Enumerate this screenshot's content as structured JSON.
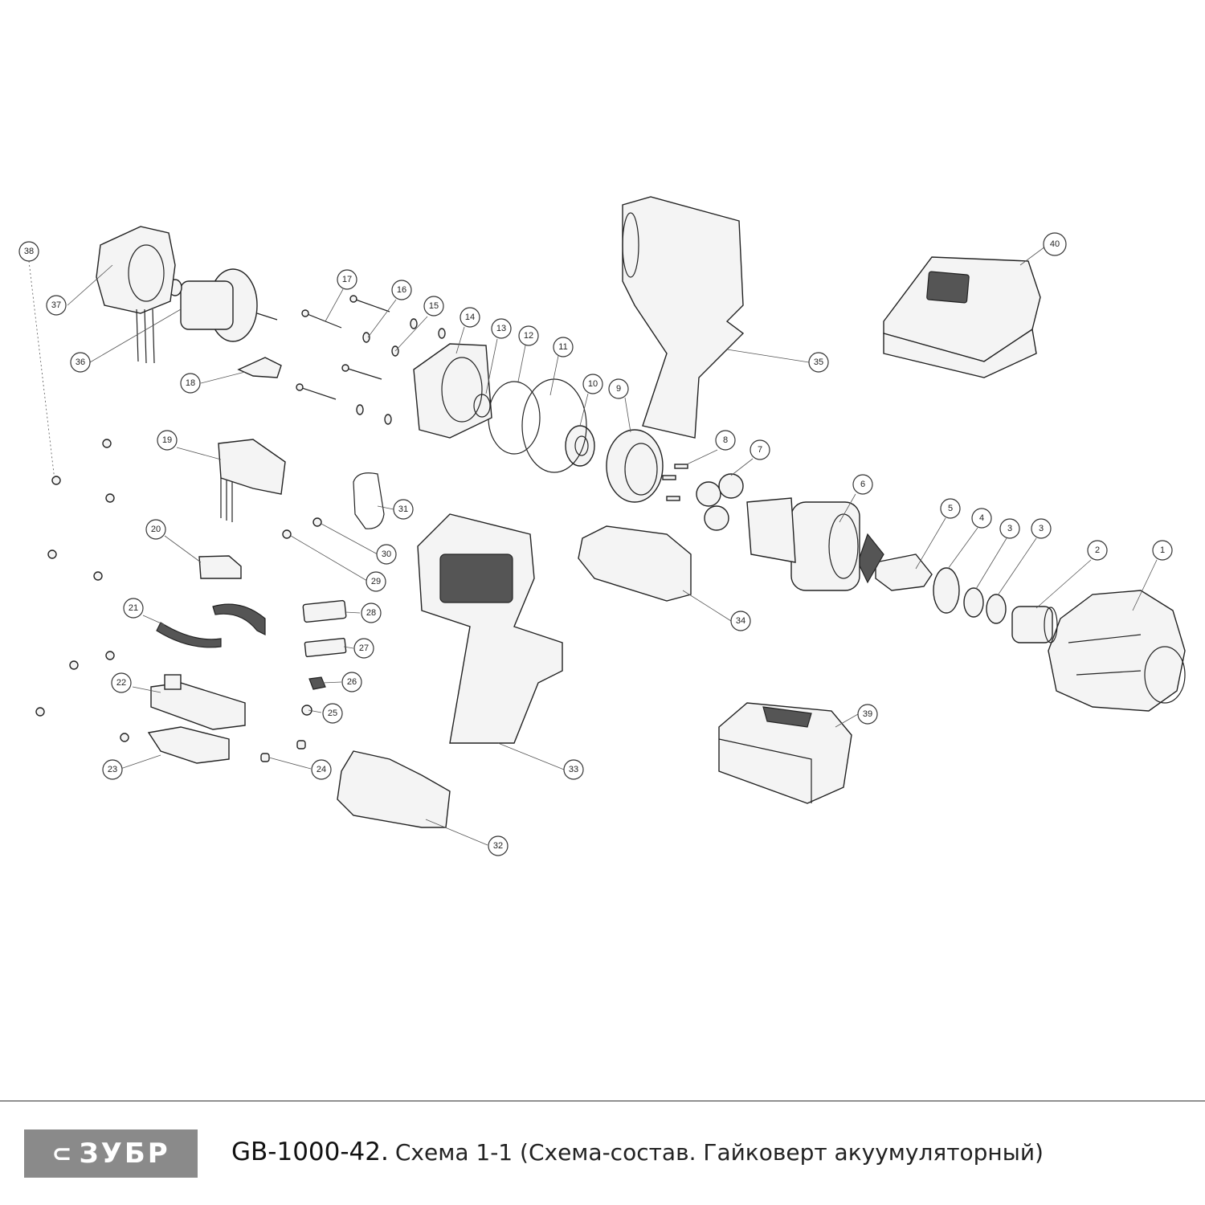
{
  "brand": {
    "logo_text": "ЗУБР",
    "logo_mark": "⊂"
  },
  "footer": {
    "model": "GB-1000-42.",
    "caption": "Схема 1-1 (Схема-состав. Гайковерт акуумуляторный)"
  },
  "callouts": [
    "1",
    "2",
    "3",
    "3",
    "4",
    "5",
    "6",
    "7",
    "8",
    "9",
    "10",
    "11",
    "12",
    "13",
    "14",
    "15",
    "16",
    "17",
    "18",
    "19",
    "20",
    "21",
    "22",
    "23",
    "24",
    "25",
    "26",
    "27",
    "28",
    "29",
    "30",
    "31",
    "32",
    "33",
    "34",
    "35",
    "36",
    "37",
    "38",
    "39",
    "40"
  ],
  "colors": {
    "logo_bg": "#8a8a8a",
    "line": "#222222"
  }
}
